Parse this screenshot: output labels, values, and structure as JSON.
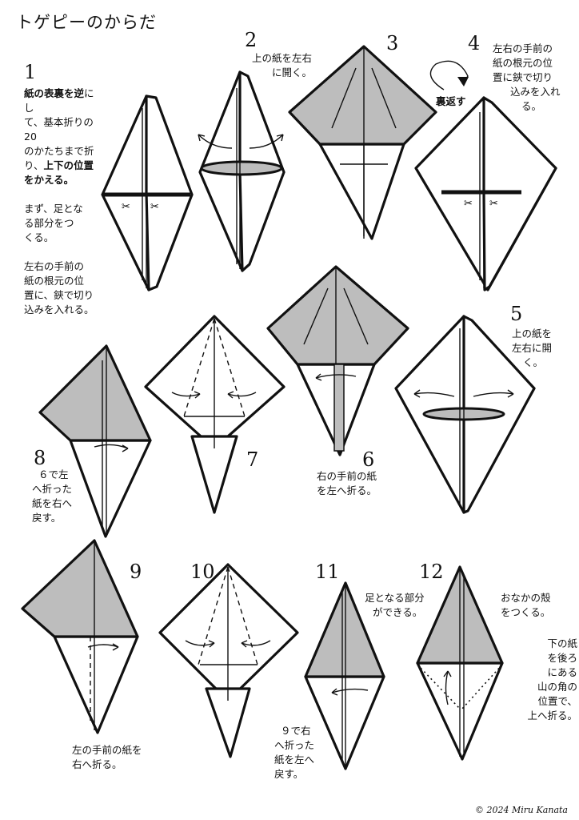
{
  "title": "トゲピーのからだ",
  "steps": [
    {
      "num": "1",
      "lines": [
        {
          "parts": [
            {
              "t": "紙の表裏を逆",
              "b": true
            },
            {
              "t": "にし",
              "b": false
            }
          ]
        },
        {
          "parts": [
            {
              "t": "て、基本折りの20",
              "b": false
            }
          ]
        },
        {
          "parts": [
            {
              "t": "のかたちまで折",
              "b": false
            }
          ]
        },
        {
          "parts": [
            {
              "t": "り、",
              "b": false
            },
            {
              "t": "上下の位置",
              "b": true
            }
          ]
        },
        {
          "parts": [
            {
              "t": "をかえる。",
              "b": true
            }
          ]
        },
        {
          "parts": [
            {
              "t": "",
              "b": false
            }
          ]
        },
        {
          "parts": [
            {
              "t": "まず、足とな",
              "b": false
            }
          ]
        },
        {
          "parts": [
            {
              "t": "る部分をつ",
              "b": false
            }
          ]
        },
        {
          "parts": [
            {
              "t": "くる。",
              "b": false
            }
          ]
        },
        {
          "parts": [
            {
              "t": "",
              "b": false
            }
          ]
        },
        {
          "parts": [
            {
              "t": "左右の手前の",
              "b": false
            }
          ]
        },
        {
          "parts": [
            {
              "t": "紙の根元の位",
              "b": false
            }
          ]
        },
        {
          "parts": [
            {
              "t": "置に、鋏で切り",
              "b": false
            }
          ]
        },
        {
          "parts": [
            {
              "t": "込みを入れる。",
              "b": false
            }
          ]
        }
      ]
    },
    {
      "num": "2",
      "text": [
        "上の紙を左右",
        "に開く。"
      ]
    },
    {
      "num": "3"
    },
    {
      "num": "4",
      "turn_label": "裏返す",
      "text": [
        "左右の手前の",
        "紙の根元の位",
        "置に鋏で切り",
        "込みを入れ",
        "る。"
      ]
    },
    {
      "num": "5",
      "text": [
        "上の紙を",
        "左右に開",
        "く。"
      ]
    },
    {
      "num": "6",
      "text": [
        "右の手前の紙",
        "を左へ折る。"
      ]
    },
    {
      "num": "7"
    },
    {
      "num": "8",
      "text": [
        "６で左",
        "へ折った",
        "紙を右へ",
        "戻す。"
      ]
    },
    {
      "num": "9",
      "text": [
        "左の手前の紙を",
        "右へ折る。"
      ]
    },
    {
      "num": "10"
    },
    {
      "num": "11",
      "text": [
        "足となる部分",
        "ができる。"
      ],
      "text2": [
        "９で右",
        "へ折った",
        "紙を左へ",
        "戻す。"
      ]
    },
    {
      "num": "12",
      "text": [
        "おなかの殻",
        "をつくる。"
      ],
      "text2": [
        "下の紙",
        "を後ろ",
        "にある",
        "山の角の",
        "位置で、",
        "上へ折る。"
      ]
    }
  ],
  "copyright": "© 2024 Miru Kanata"
}
